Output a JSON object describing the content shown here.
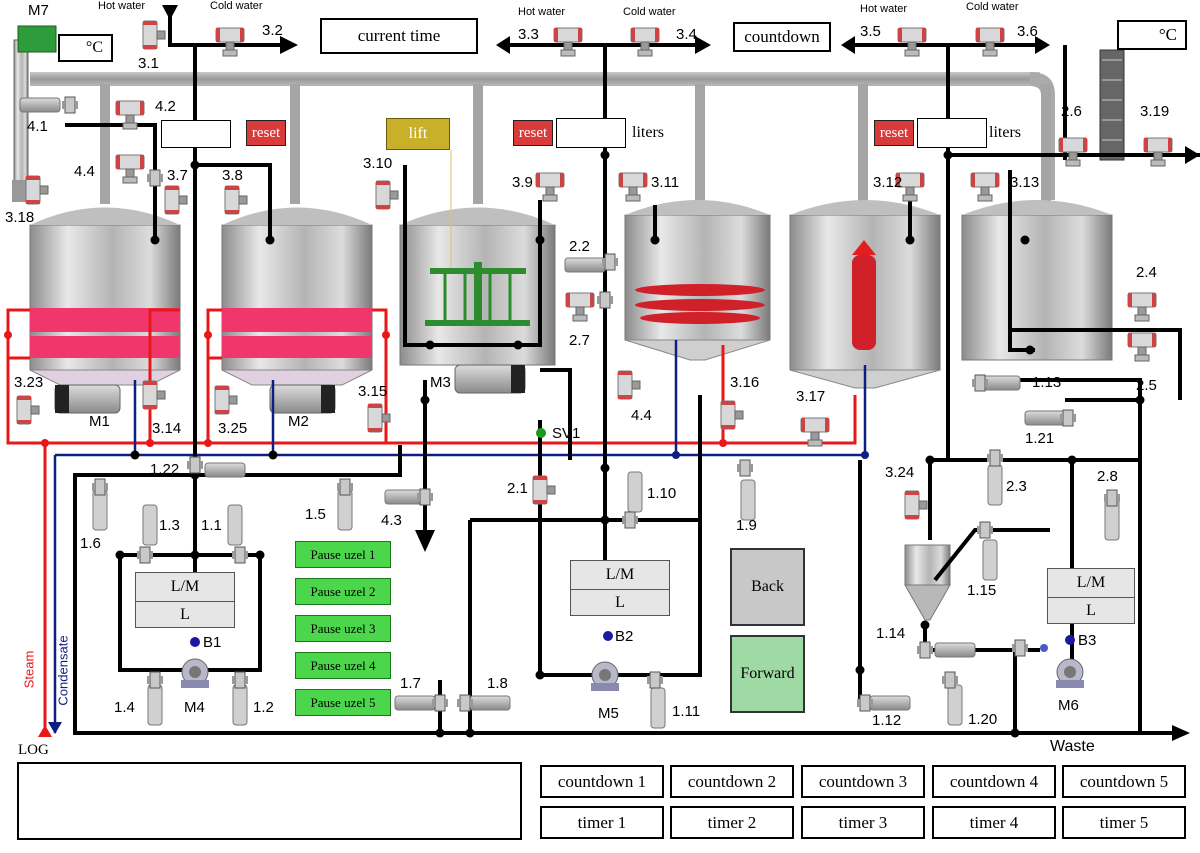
{
  "labels": {
    "motor_m7": "M7",
    "temp_unit_left": "°C",
    "temp_unit_right": "°C",
    "current_time": "current time",
    "countdown": "countdown",
    "lift": "lift",
    "reset": "reset",
    "liters": "liters",
    "hot_water": "Hot water",
    "cold_water": "Cold water",
    "steam": "Steam",
    "condensate": "Condensate",
    "waste": "Waste",
    "log": "LOG",
    "sv1": "SV1"
  },
  "valves": {
    "v3_1": "3.1",
    "v3_2": "3.2",
    "v3_3": "3.3",
    "v3_4": "3.4",
    "v3_5": "3.5",
    "v3_6": "3.6",
    "v4_1": "4.1",
    "v4_2": "4.2",
    "v4_4a": "4.4",
    "v4_4b": "4.4",
    "v4_3": "4.3",
    "v3_7": "3.7",
    "v3_8": "3.8",
    "v3_18": "3.18",
    "v3_10": "3.10",
    "v3_9": "3.9",
    "v3_11": "3.11",
    "v3_12": "3.12",
    "v3_13": "3.13",
    "v2_6": "2.6",
    "v3_19": "3.19",
    "v2_2": "2.2",
    "v2_7": "2.7",
    "v2_4": "2.4",
    "v2_5": "2.5",
    "v3_23": "3.23",
    "v3_14": "3.14",
    "v3_25": "3.25",
    "v3_15": "3.15",
    "v3_16": "3.16",
    "v3_17": "3.17",
    "v1_13": "1.13",
    "v1_21": "1.21",
    "v1_22": "1.22",
    "v2_1": "2.1",
    "v1_10": "1.10",
    "v1_9": "1.9",
    "v3_24": "3.24",
    "v2_3": "2.3",
    "v2_8": "2.8",
    "v1_6": "1.6",
    "v1_3": "1.3",
    "v1_1": "1.1",
    "v1_5": "1.5",
    "v1_15": "1.15",
    "v1_14": "1.14",
    "v1_4": "1.4",
    "v1_2": "1.2",
    "v1_7": "1.7",
    "v1_8": "1.8",
    "v1_11": "1.11",
    "v1_12": "1.12",
    "v1_20": "1.20"
  },
  "motors": {
    "m1": "M1",
    "m2": "M2",
    "m3": "M3",
    "m4": "M4",
    "m5": "M5",
    "m6": "M6"
  },
  "sensors": {
    "b1": "B1",
    "b2": "B2",
    "b3": "B3"
  },
  "lm_controls": [
    {
      "top": "L/M",
      "bottom": "L"
    },
    {
      "top": "L/M",
      "bottom": "L"
    },
    {
      "top": "L/M",
      "bottom": "L"
    }
  ],
  "pause_buttons": [
    "Pause uzel 1",
    "Pause uzel 2",
    "Pause uzel 3",
    "Pause uzel 4",
    "Pause uzel 5"
  ],
  "nav": {
    "back": "Back",
    "forward": "Forward"
  },
  "countdowns": [
    "countdown 1",
    "countdown 2",
    "countdown 3",
    "countdown 4",
    "countdown 5"
  ],
  "timers": [
    "timer 1",
    "timer 2",
    "timer 3",
    "timer 4",
    "timer 5"
  ],
  "colors": {
    "pipe": "#000000",
    "steam": "#e81818",
    "condensate": "#0d1f80",
    "tank_heater": "#f0366a",
    "pause_green": "#4cd64c",
    "forward_green": "#9fd9a3",
    "back_gray": "#c8c8c8",
    "reset_red": "#d93a3a",
    "lift_gold": "#c9b02a"
  }
}
